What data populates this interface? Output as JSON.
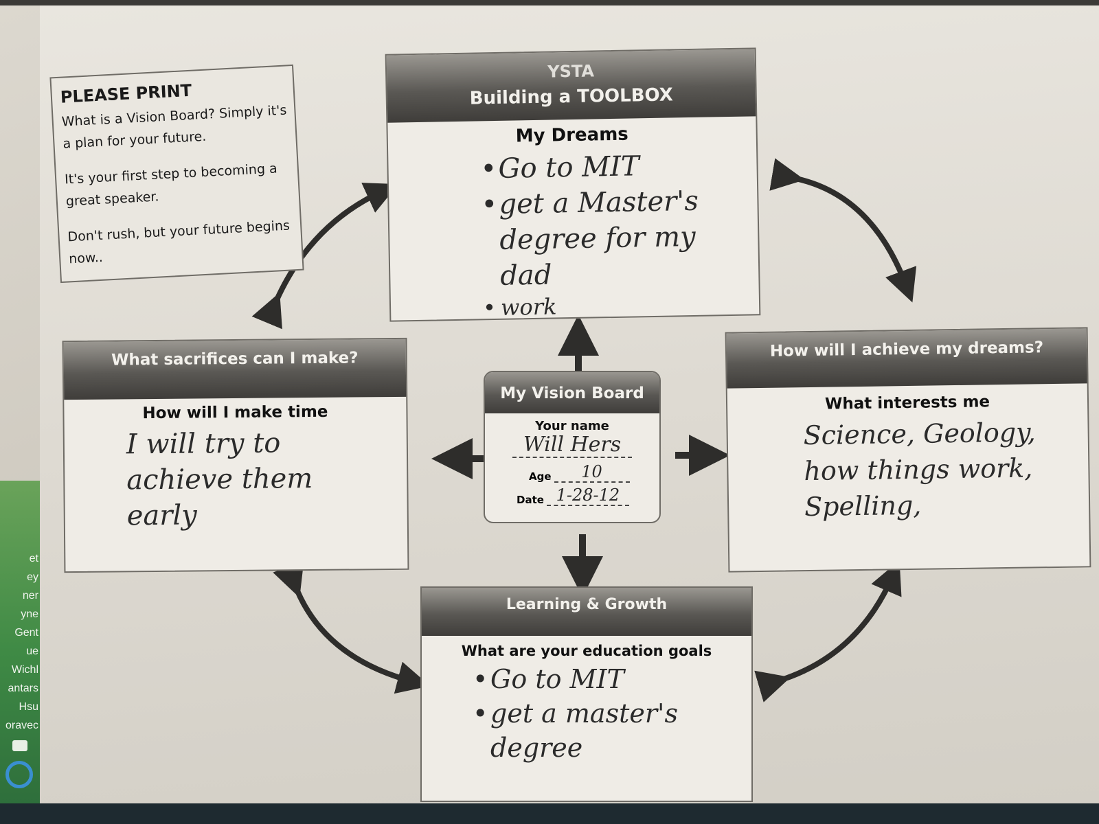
{
  "sidebar": {
    "names": [
      "et",
      "ey",
      "ner",
      "yne",
      "Gent",
      "ue",
      "Wichl",
      "antars",
      "Hsu",
      "oravec"
    ]
  },
  "intro": {
    "title": "PLEASE PRINT",
    "para1": "What is a Vision Board? Simply it's a plan for your future.",
    "para2": "It's your first step to becoming a great speaker.",
    "para3": "Don't rush, but your future begins now.."
  },
  "dreams": {
    "header_line1": "YSTA",
    "header_line2": "Building a TOOLBOX",
    "subtitle": "My Dreams",
    "items": [
      "Go to MIT",
      "get a Master's degree for my dad",
      "work"
    ]
  },
  "sacrifices": {
    "header": "What sacrifices can I make?",
    "subtitle": "How will I make time",
    "answer": "I will try to achieve them early"
  },
  "center": {
    "header": "My Vision Board",
    "name_label": "Your name",
    "name_value": "Will Hers",
    "age_label": "Age",
    "age_value": "10",
    "date_label": "Date",
    "date_value": "1-28-12"
  },
  "achieve": {
    "header": "How will I achieve my dreams?",
    "subtitle": "What interests me",
    "answer": "Science, Geology, how things work, Spelling,"
  },
  "learning": {
    "header": "Learning & Growth",
    "subtitle": "What are your education goals",
    "items": [
      "Go to MIT",
      "get a master's degree"
    ]
  }
}
